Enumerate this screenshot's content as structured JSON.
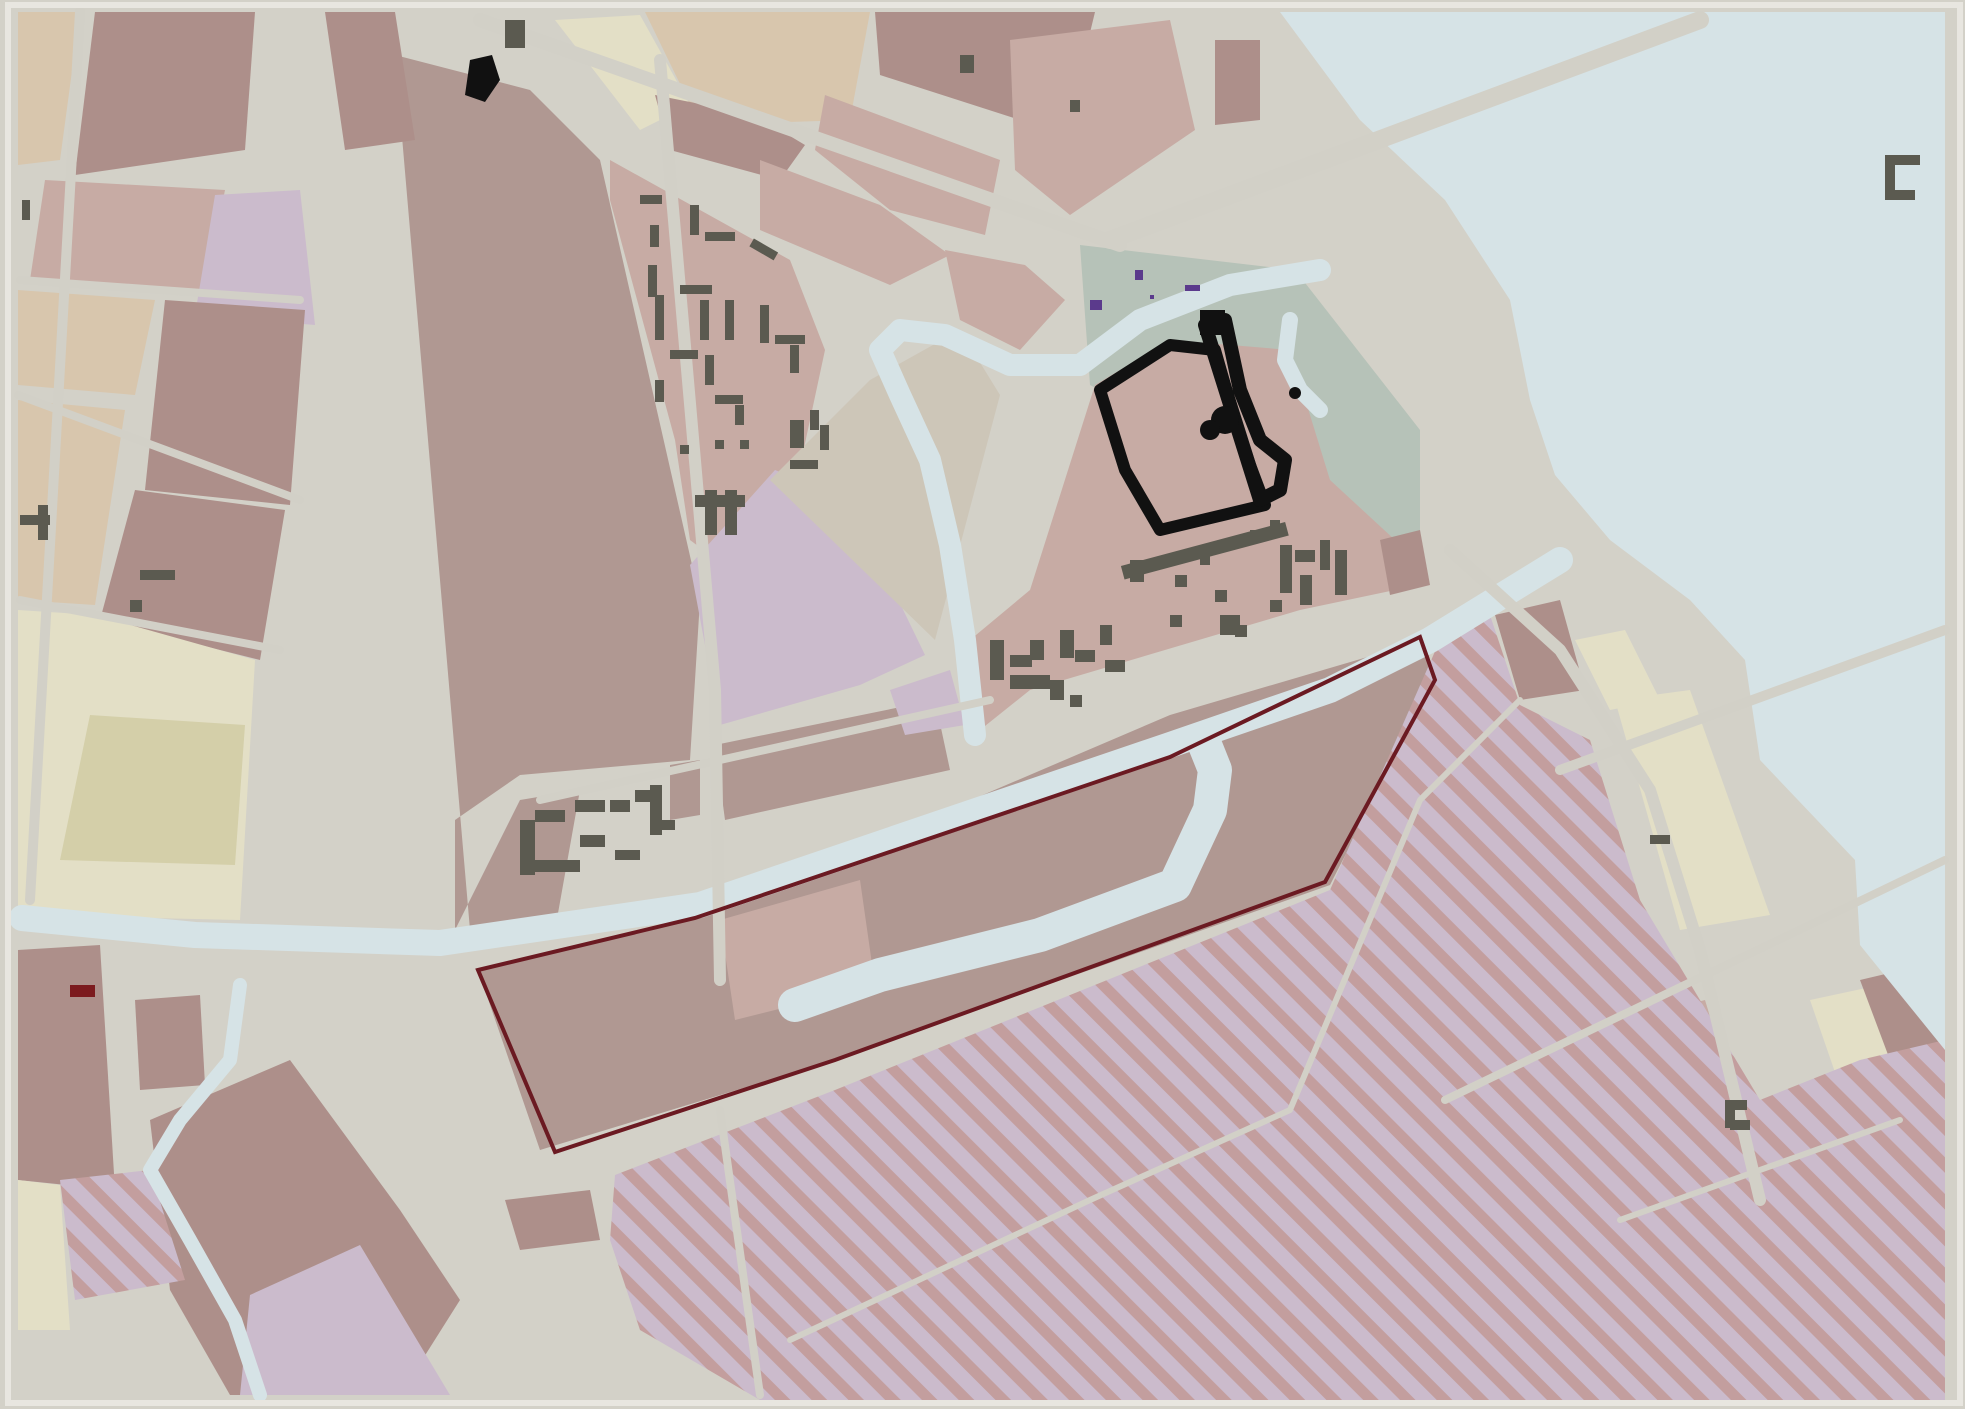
{
  "map": {
    "colors": {
      "background": "#d3d1c8",
      "water": "#d6e3e6",
      "road": "#d2d0c7",
      "zone_mauve_dark": "#ad8f8a",
      "zone_mauve": "#b09892",
      "zone_pink": "#c7aba4",
      "zone_tan": "#d8c6ad",
      "zone_cream": "#e3dfc6",
      "zone_khaki": "#d4cfa9",
      "zone_lavender": "#cbbbcc",
      "zone_greige": "#cdc6b8",
      "zone_green": "#b6c2b8",
      "building_dark": "#5b5a50",
      "building_black": "#111111",
      "building_purple": "#5b3a8c",
      "building_red": "#7c1a1e",
      "outline": "#6b1a22",
      "hatch_light": "#cbbbcc",
      "hatch_dark": "#c39e9e"
    },
    "features": [
      "river",
      "canal",
      "roads",
      "land-use-zones",
      "castle-complex",
      "building-footprints",
      "site-boundary",
      "hatched-zone"
    ]
  }
}
